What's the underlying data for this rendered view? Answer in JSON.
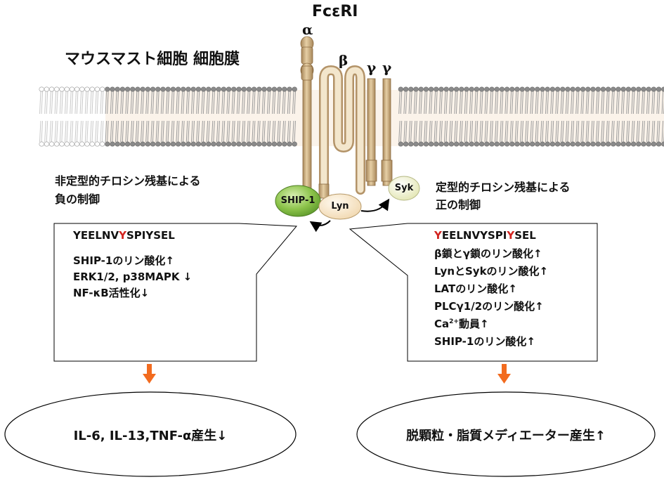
{
  "title": "FcεRI",
  "membrane_label": "マウスマスト細胞 細胞膜",
  "chain_labels": {
    "alpha": "α",
    "beta": "β",
    "gamma1": "γ",
    "gamma2": "γ"
  },
  "nodes": {
    "ship1": "SHIP-1",
    "lyn": "Lyn",
    "syk": "Syk"
  },
  "left": {
    "heading_line1": "非定型的チロシン残基による",
    "heading_line2": "負の制御",
    "sequence": {
      "pre": "YEELNV",
      "highlight": "Y",
      "post": "SPIYSEL"
    },
    "effects": [
      "SHIP-1のリン酸化↑",
      "ERK1/2, p38MAPK ↓",
      "NF-κB活性化↓"
    ],
    "outcome": "IL-6, IL-13,TNF-α産生↓"
  },
  "right": {
    "heading_line1": "定型的チロシン残基による",
    "heading_line2": "正の制御",
    "sequence": {
      "h1": "Y",
      "mid": "EELNVYSPI",
      "h2": "Y",
      "post": "SEL"
    },
    "effects": [
      "β鎖とγ鎖のリン酸化↑",
      "LynとSykのリン酸化↑",
      "LATのリン酸化↑",
      "PLCγ1/2のリン酸化↑"
    ],
    "ca_pre": "Ca",
    "ca_sup": "2+",
    "ca_post": "動員↑",
    "effect_last": "SHIP-1のリン酸化↑",
    "outcome": "脱顆粒・脂質メディエーター産生↑"
  },
  "colors": {
    "highlight": "#d2231f",
    "arrow": "#f26b1f",
    "ship1": "#7bb83a",
    "lyn": "#f8e7c8",
    "syk": "#eef0c6",
    "chain": "#c9a978",
    "lipid_head": "#8a8a8a"
  }
}
